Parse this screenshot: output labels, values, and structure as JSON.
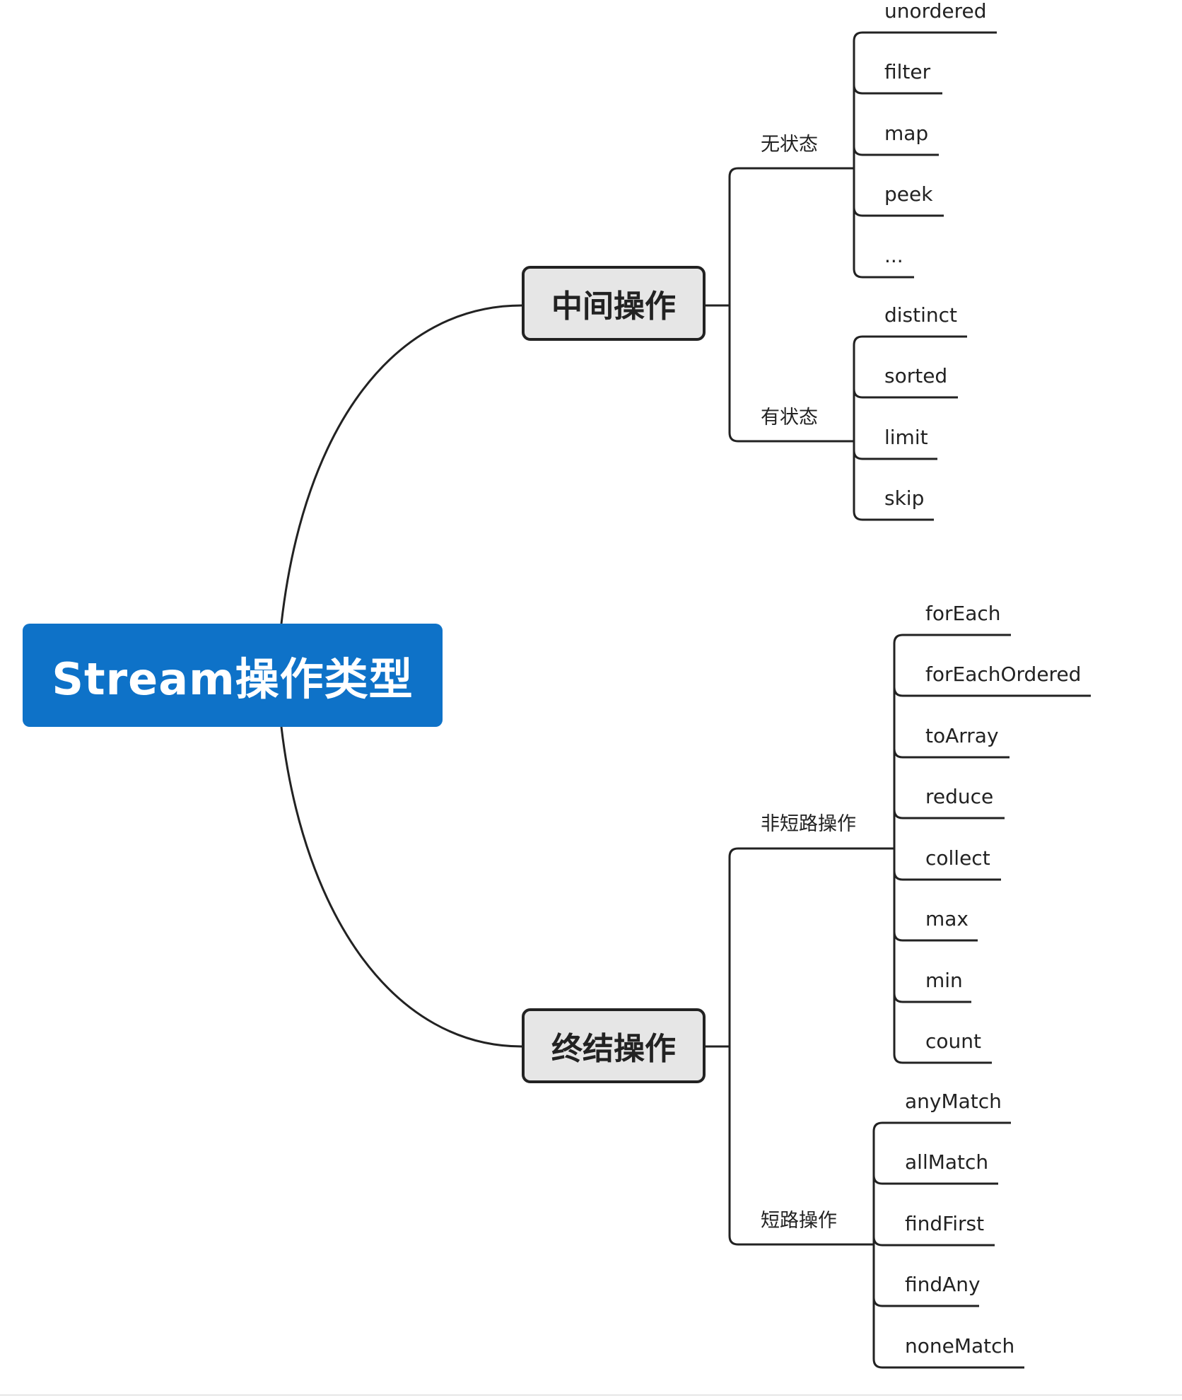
{
  "root": {
    "label": "Stream操作类型"
  },
  "branches": {
    "intermediate": {
      "label": "中间操作",
      "groups": {
        "stateless": {
          "label": "无状态",
          "items": [
            "unordered",
            "filter",
            "map",
            "peek",
            "..."
          ]
        },
        "stateful": {
          "label": "有状态",
          "items": [
            "distinct",
            "sorted",
            "limit",
            "skip"
          ]
        }
      }
    },
    "terminal": {
      "label": "终结操作",
      "groups": {
        "non_short_circuit": {
          "label": "非短路操作",
          "items": [
            "forEach",
            "forEachOrdered",
            "toArray",
            "reduce",
            "collect",
            "max",
            "min",
            "count"
          ]
        },
        "short_circuit": {
          "label": "短路操作",
          "items": [
            "anyMatch",
            "allMatch",
            "findFirst",
            "findAny",
            "noneMatch"
          ]
        }
      }
    }
  }
}
